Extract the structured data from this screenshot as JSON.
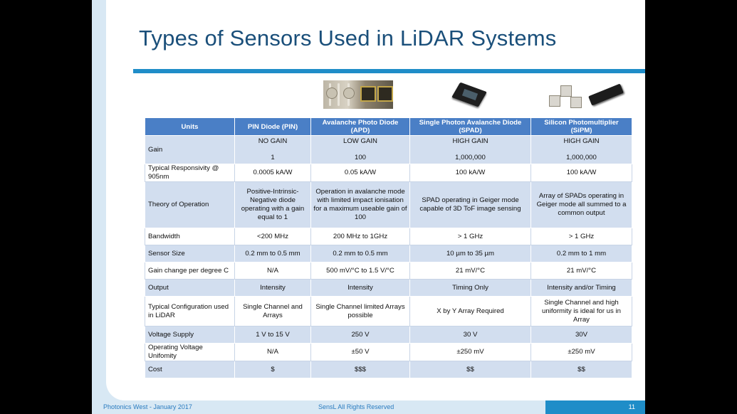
{
  "slide": {
    "title": "Types of Sensors Used in LiDAR Systems"
  },
  "photos": [
    {
      "name": "apd-photo"
    },
    {
      "name": "spad-photo"
    },
    {
      "name": "sipm-photo"
    }
  ],
  "table": {
    "headers": [
      "Units",
      "PIN Diode (PIN)",
      "Avalanche Photo Diode (APD)",
      "Single Photon Avalanche Diode (SPAD)",
      "Silicon Photomultiplier (SiPM)"
    ],
    "gain": {
      "label": "Gain",
      "top": [
        "NO GAIN",
        "LOW GAIN",
        "HIGH GAIN",
        "HIGH GAIN"
      ],
      "bottom": [
        "1",
        "100",
        "1,000,000",
        "1,000,000"
      ]
    },
    "rows": [
      {
        "label": "Typical Responsivity @ 905nm",
        "cells": [
          "0.0005 kA/W",
          "0.05 kA/W",
          "100 kA/W",
          "100 kA/W"
        ]
      },
      {
        "label": "Theory of Operation",
        "cells": [
          "Positive-Intrinsic-Negative diode operating with a gain equal to 1",
          "Operation in avalanche mode with limited impact ionisation for a maximum useable gain of 100",
          "SPAD operating in Geiger mode capable of 3D ToF image sensing",
          "Array of SPADs operating in Geiger mode all summed to a common output"
        ]
      },
      {
        "label": "Bandwidth",
        "cells": [
          "<200 MHz",
          "200 MHz to 1GHz",
          "> 1 GHz",
          "> 1 GHz"
        ]
      },
      {
        "label": "Sensor Size",
        "cells": [
          "0.2 mm to 0.5 mm",
          "0.2 mm to 0.5 mm",
          "10 µm to 35 µm",
          "0.2 mm to 1 mm"
        ]
      },
      {
        "label": "Gain change per degree C",
        "cells": [
          "N/A",
          "500 mV/°C to 1.5 V/°C",
          "21 mV/°C",
          "21 mV/°C"
        ]
      },
      {
        "label": "Output",
        "cells": [
          "Intensity",
          "Intensity",
          "Timing Only",
          "Intensity and/or Timing"
        ]
      },
      {
        "label": "Typical Configuration used in LiDAR",
        "cells": [
          "Single Channel and Arrays",
          "Single Channel limited Arrays possible",
          "X by Y Array Required",
          "Single Channel and high uniformity is ideal for us in Array"
        ]
      },
      {
        "label": "Voltage Supply",
        "cells": [
          "1 V to 15 V",
          "250 V",
          "30 V",
          "30V"
        ]
      },
      {
        "label": "Operating Voltage Unifomity",
        "cells": [
          "N/A",
          "±50 V",
          "±250 mV",
          "±250 mV"
        ]
      },
      {
        "label": "Cost",
        "cells": [
          "$",
          "$$$",
          "$$",
          "$$"
        ]
      }
    ]
  },
  "footer": {
    "left": "Photonics West - January 2017",
    "center": "SensL All Rights Reserved",
    "page": "11"
  },
  "colors": {
    "title": "#1a4f7a",
    "accent": "#1f8dc8",
    "header_fill": "#4a7fc6",
    "row_shade": "#d2deef"
  }
}
